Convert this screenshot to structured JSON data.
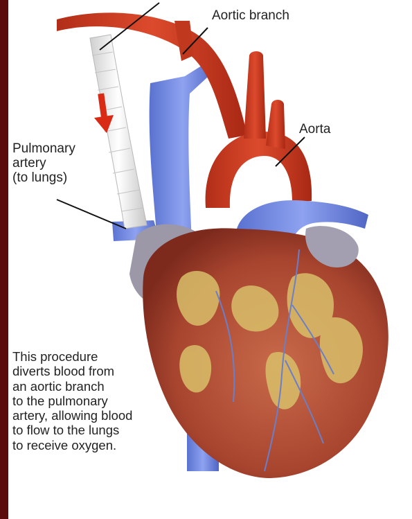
{
  "labels": {
    "aortic_branch": "Aortic branch",
    "aorta": "Aorta",
    "pulmonary_artery": "Pulmonary\nartery\n(to lungs)"
  },
  "description": "This procedure\ndiverts blood from\nan aortic branch\nto the pulmonary\nartery, allowing blood\nto flow to the lungs\nto receive oxygen.",
  "colors": {
    "frame": "#5a0b0b",
    "artery_red": "#c8371e",
    "vein_blue": "#6c86e0",
    "shunt_white": "#eeeeee",
    "muscle": "#b5553e",
    "fat_yellow": "#d9bf6a",
    "flow_arrow": "#d82a14"
  }
}
